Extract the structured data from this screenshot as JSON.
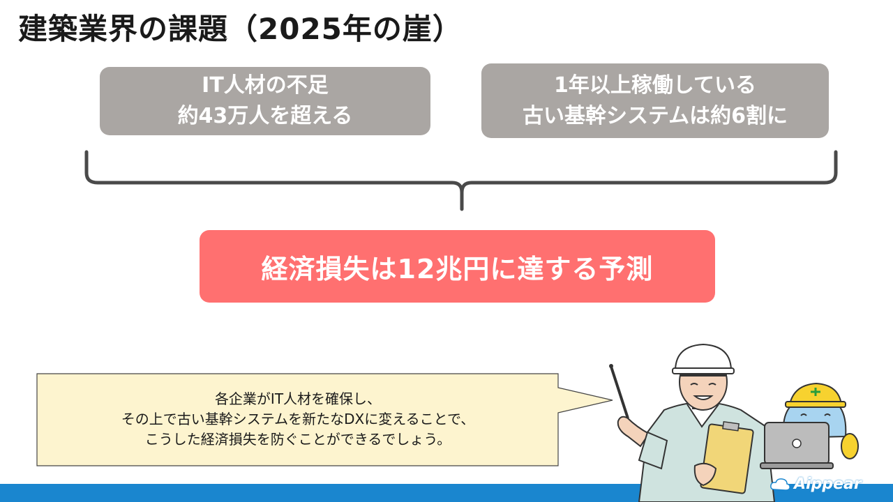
{
  "title": "建築業界の課題（2025年の崖）",
  "box1": {
    "line1": "IT人材の不足",
    "line2": "約43万人を超える"
  },
  "box2": {
    "line1": "1年以上稼働している",
    "line2": "古い基幹システムは約6割に"
  },
  "result": "経済損失は12兆円に達する予測",
  "bubble": {
    "line1": "各企業がIT人材を確保し、",
    "line2": "その上で古い基幹システムを新たなDXに変えることで、",
    "line3": "こうした経済損失を防ぐことができるでしょう。"
  },
  "logo": {
    "text": "Aippear"
  },
  "colors": {
    "gray_box": "#aaa6a3",
    "red_box": "#ff7070",
    "bubble_fill": "#fdf4cf",
    "footer_bar": "#1a86cf"
  }
}
